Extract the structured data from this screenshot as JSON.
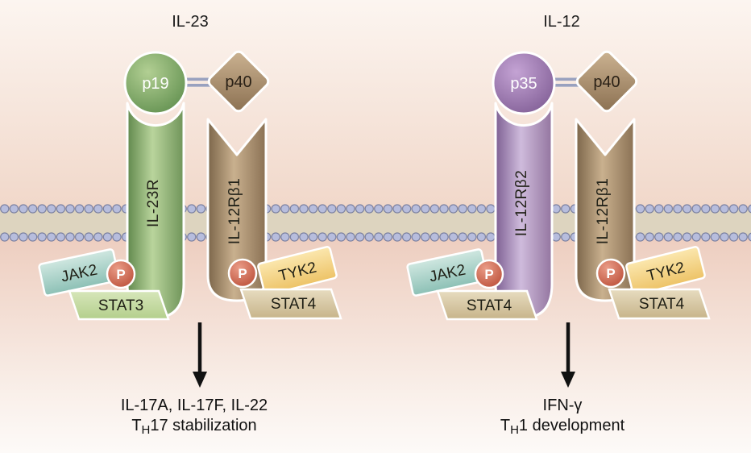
{
  "figure": {
    "description": "Cytokine receptor signaling diagram comparing IL-23 and IL-12 receptor complexes spanning a lipid bilayer membrane"
  },
  "colors": {
    "green_receptor": "#74975c",
    "brown_receptor": "#93785a",
    "purple_receptor": "#9579a6",
    "teal_tile": "#9ccabf",
    "light_green_tile": "#c5dba2",
    "tan_tile": "#d8c9a3",
    "yellow_tile": "#f3d183",
    "phospho_red": "#c2503f",
    "membrane_bead": "#b7bddd",
    "background_top": "#f2dbce",
    "background_bottom": "#eccabb",
    "arrow": "#111111"
  },
  "left_complex": {
    "title": "IL-23",
    "alpha_subunit": "p19",
    "beta_subunit": "p40",
    "receptor_a": "IL-23R",
    "receptor_b": "IL-12Rβ1",
    "kinase_left": "JAK2",
    "phospho_left": "P",
    "stat_a": "STAT3",
    "kinase_right": "TYK2",
    "phospho_right": "P",
    "stat_b": "STAT4",
    "outcome_line1": "IL-17A, IL-17F, IL-22",
    "outcome_t": "T",
    "outcome_sub": "H",
    "outcome_rest": "17 stabilization"
  },
  "right_complex": {
    "title": "IL-12",
    "alpha_subunit": "p35",
    "beta_subunit": "p40",
    "receptor_a": "IL-12Rβ2",
    "receptor_b": "IL-12Rβ1",
    "kinase_left": "JAK2",
    "phospho_left": "P",
    "stat_a": "STAT4",
    "kinase_right": "TYK2",
    "phospho_right": "P",
    "stat_b": "STAT4",
    "outcome_line1": "IFN-γ",
    "outcome_t": "T",
    "outcome_sub": "H",
    "outcome_rest": "1 development"
  }
}
